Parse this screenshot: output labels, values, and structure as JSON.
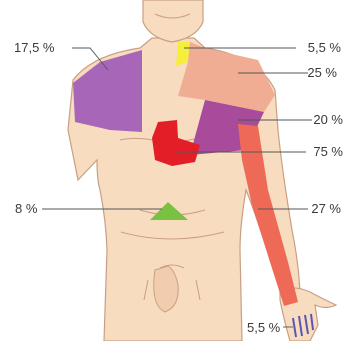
{
  "zones": {
    "shoulder_left": {
      "label": "17,5 %",
      "color": "#a866b8"
    },
    "neck": {
      "label": "5,5 %",
      "color": "#f5ee3a"
    },
    "shoulder_right": {
      "label": "25 %",
      "color": "#f1ad93"
    },
    "chest_upper": {
      "label": "20 %",
      "color": "#a74b9a"
    },
    "heart": {
      "label": "75 %",
      "color": "#e41e26"
    },
    "stomach": {
      "label": "8 %",
      "color": "#7ac043"
    },
    "arm": {
      "label": "27 %",
      "color": "#ee6a57"
    },
    "fingers": {
      "label": "5,5 %",
      "color": "#5a55b3"
    }
  },
  "colors": {
    "skin": "#f7dcc0",
    "outline": "#c99f83",
    "leader_line": "#555555"
  }
}
